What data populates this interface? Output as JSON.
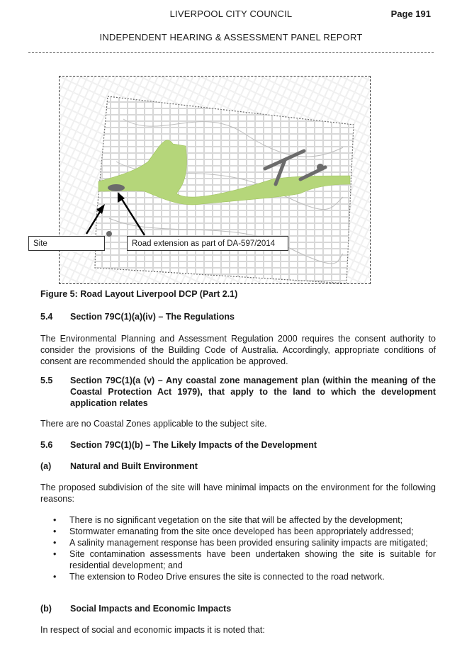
{
  "header": {
    "council": "LIVERPOOL CITY COUNCIL",
    "page": "Page 191",
    "report": "INDEPENDENT HEARING & ASSESSMENT PANEL REPORT"
  },
  "figure": {
    "callout_site": "Site",
    "callout_road": "Road extension as part of DA-597/2014",
    "caption": "Figure 5: Road Layout Liverpool DCP (Part 2.1)",
    "colors": {
      "green": "#b5d67a",
      "road": "#6b6b6b",
      "grid": "#a8a8a8"
    }
  },
  "sections": {
    "s54": {
      "num": "5.4",
      "title": "Section 79C(1)(a)(iv) – The Regulations"
    },
    "s54_para": "The Environmental Planning and Assessment Regulation 2000 requires the consent authority to consider the provisions of the Building Code of Australia. Accordingly, appropriate conditions of consent are recommended should the application be approved.",
    "s55": {
      "num": "5.5",
      "title": "Section 79C(1)(a (v) – Any coastal zone management plan (within the meaning of the Coastal Protection Act 1979), that apply to the land to which the development application relates"
    },
    "s55_para": "There are no Coastal Zones applicable to the subject site.",
    "s56": {
      "num": "5.6",
      "title": "Section 79C(1)(b) – The Likely Impacts of the Development"
    },
    "sa": {
      "num": "(a)",
      "title": "Natural and Built Environment"
    },
    "sa_para": "The proposed subdivision of the site will have minimal impacts on the environment for the following reasons:",
    "bullets": [
      "There is no significant vegetation on the site that will be affected by the development;",
      "Stormwater emanating from the site once developed has been appropriately addressed;",
      "A salinity management response has been provided ensuring salinity impacts are mitigated;",
      "Site contamination assessments have been undertaken showing the site is suitable for residential development; and",
      "The extension to Rodeo Drive ensures the site is connected to the road network."
    ],
    "sb": {
      "num": "(b)",
      "title": "Social Impacts and Economic Impacts"
    },
    "sb_para": "In respect of social and economic impacts it is noted that:"
  }
}
